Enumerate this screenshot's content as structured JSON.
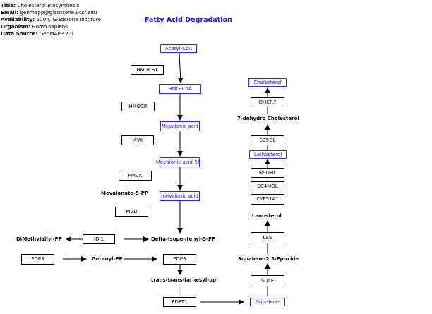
{
  "meta": {
    "title_key": "Title:",
    "title": "Cholesterol Biosynthesis",
    "email_key": "Email:",
    "email": "genmapp@gladstone.ucsf.edu",
    "availability_key": "Availability:",
    "availability": "2004, Gladstone Institute",
    "organism_key": "Organism:",
    "organism": "Homo sapiens",
    "source_key": "Data Source:",
    "source": "GenMAPP 2.0"
  },
  "pathway_link": "Fatty Acid Degradation",
  "metabolites": {
    "acetyl_coa": "Acetyl-CoA",
    "hmg_coa": "HMG-CoA",
    "mevalonic_acid": "Mevalonic acid",
    "mevalonic_acid_5p": "Mevalonic acid-5P",
    "mevalonic_acid_pp": "mevalonic acid",
    "squalene": "Squalene",
    "lathosterol": "Lathosterol",
    "cholesterol": "Cholesterol"
  },
  "genes": {
    "hmgcs1": "HMGCS1",
    "hmgcr": "HMGCR",
    "mvk": "MVK",
    "pmvk": "PMVK",
    "mvd": "MVD",
    "idi1": "IDI1",
    "fdps_left": "FDPS",
    "fdps_center": "FDPS",
    "fdft1": "FDFT1",
    "sqle": "SQLE",
    "lss": "LSS",
    "cyp51a1": "CYP51A1",
    "sc4mol": "SC4MOL",
    "nsdhl": "NSDHL",
    "sc5dl": "SC5DL",
    "dhcr7": "DHCR7"
  },
  "labels": {
    "mevalonate_5pp": "Mevalonate-5-PP",
    "dimethylallyl_pp": "DiMethylallyl-PP",
    "delta_isopentenyl_5pp": "Delta-Isopentenyl-5-PP",
    "geranyl_pp": "Geranyl-PP",
    "trans_farnesyl_pp": "trans-trans-farnesyl-pp",
    "squalene_epoxide": "Squalene-2,3-Epoxide",
    "lanosterol": "Lanosterol",
    "dehydro_cholesterol": "7-dehydro Cholesterol"
  },
  "colors": {
    "metabolite_border": "#2828ff",
    "metabolite_text": "#1e1eeb",
    "link_text": "#1a1ae6",
    "edge": "#000000",
    "faint_edge": "#c8c8c8"
  }
}
